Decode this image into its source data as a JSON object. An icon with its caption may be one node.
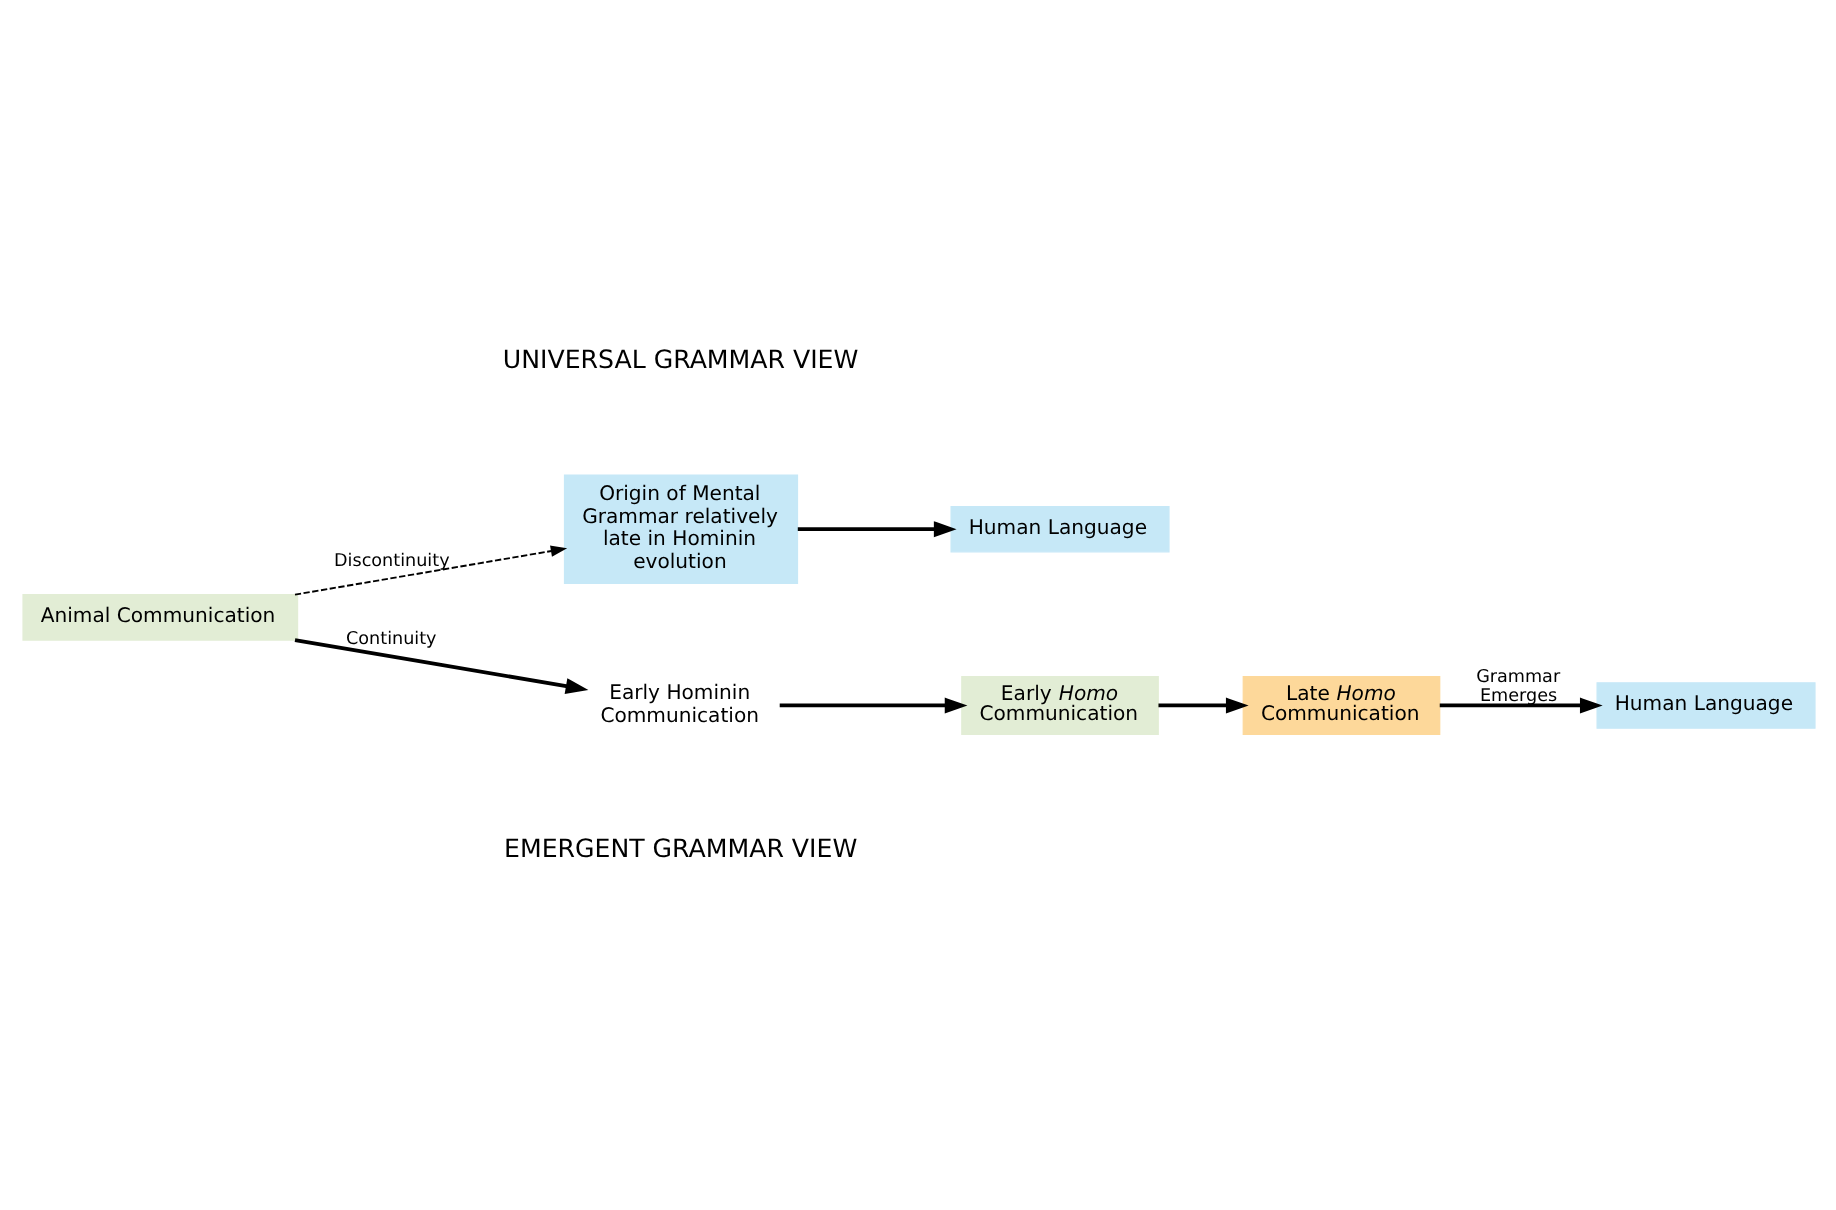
{
  "diagram": {
    "nodes": [
      {
        "text": [
          "Animal Communication"
        ]
      },
      {
        "text": [
          "Origin of Mental Grammar relatively late in Hominin evolution"
        ]
      },
      {
        "text": [
          "Human Language"
        ]
      },
      {
        "text": [
          "Early Hominin Communication"
        ]
      },
      {
        "text": [
          "Early *Homo* Communication"
        ]
      },
      {
        "text": [
          "Late *Homo* Communication"
        ]
      },
      {
        "text": [
          "Human Language"
        ]
      }
    ],
    "edges": [
      {
        "from": 0,
        "to": 1,
        "arrow": "to",
        "label": "Discontinuity",
        "style": "dashed"
      },
      {
        "from": 1,
        "to": 2,
        "arrow": "to"
      },
      {
        "from": 0,
        "to": 3,
        "arrow": "to",
        "label": "Continuity"
      },
      {
        "from": 3,
        "to": 4,
        "arrow": "to"
      },
      {
        "from": 4,
        "to": 5,
        "arrow": "to"
      },
      {
        "from": 5,
        "to": 6,
        "arrow": "to",
        "label": "Grammar Emerges"
      }
    ],
    "labels": [
      "UNIVERSAL GRAMMAR VIEW",
      "EMERGENT GRAMMAR VIEW"
    ]
  }
}
